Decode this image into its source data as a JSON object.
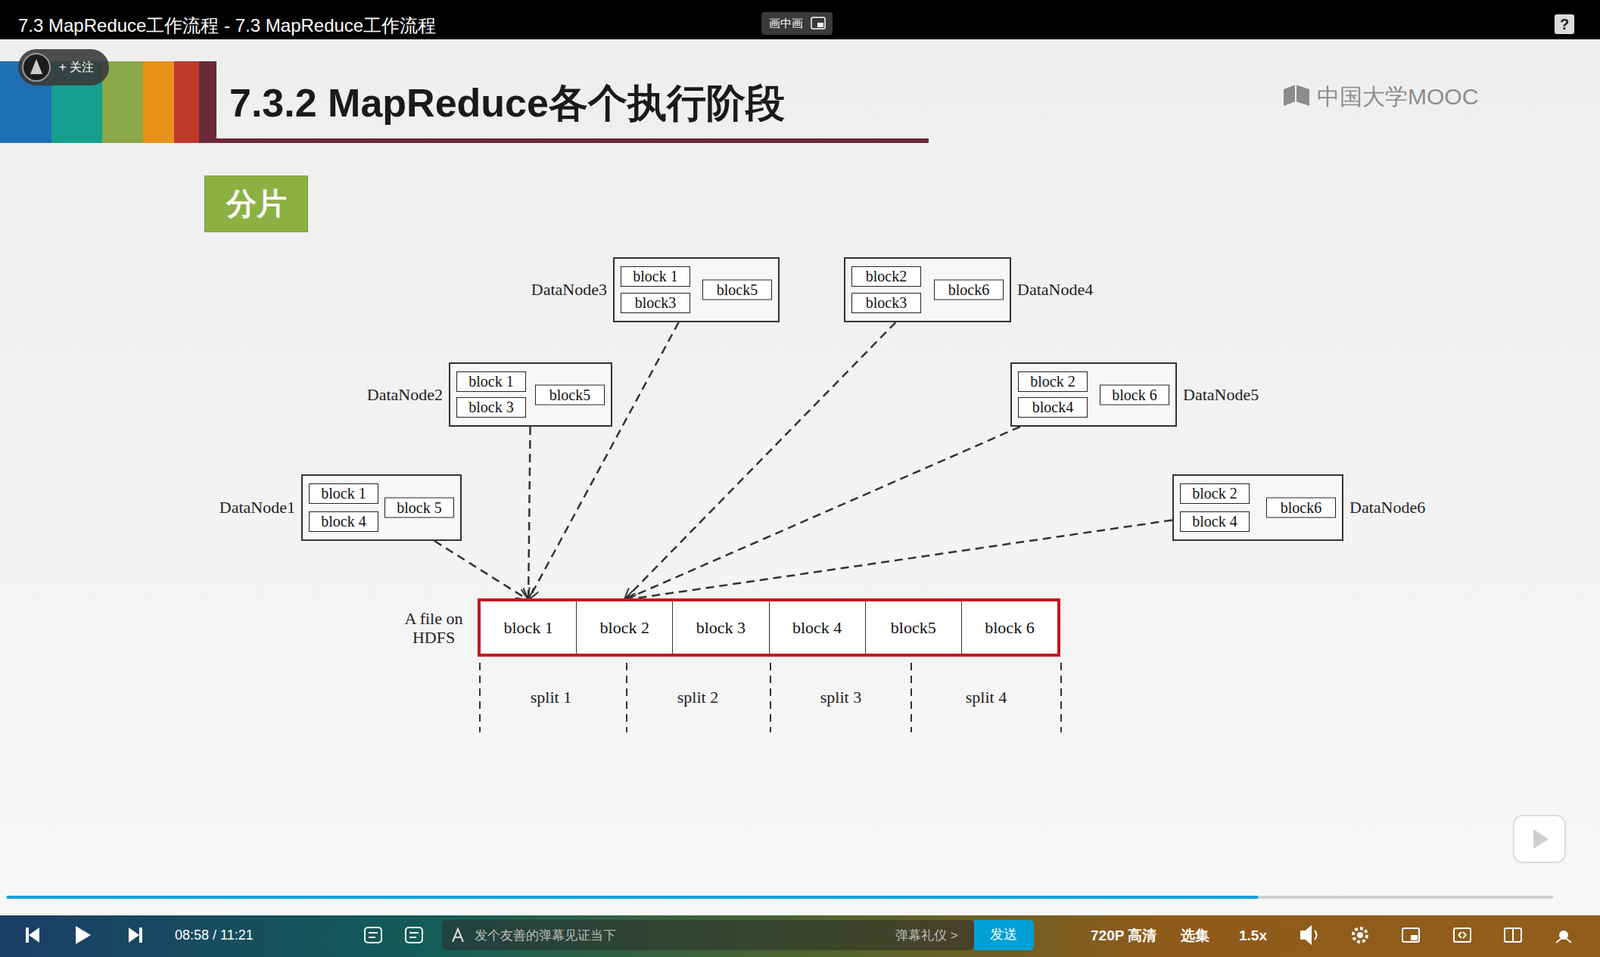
{
  "diagram": {
    "title": "7.3.2 MapReduce各个执行阶段",
    "nodes": [
      {
        "text": [
          "分片"
        ]
      },
      {
        "text": [
          "DataNode3"
        ]
      },
      {
        "text": [
          "block 1"
        ],
        "in": 1
      },
      {
        "text": [
          "block3"
        ],
        "in": 1
      },
      {
        "text": [
          "block5"
        ],
        "in": 1
      },
      {
        "text": [
          "DataNode4"
        ]
      },
      {
        "text": [
          "block2"
        ],
        "in": 5
      },
      {
        "text": [
          "block3"
        ],
        "in": 5
      },
      {
        "text": [
          "block6"
        ],
        "in": 5
      },
      {
        "text": [
          "DataNode2"
        ]
      },
      {
        "text": [
          "block 1"
        ],
        "in": 9
      },
      {
        "text": [
          "block 3"
        ],
        "in": 9
      },
      {
        "text": [
          "block5"
        ],
        "in": 9
      },
      {
        "text": [
          "DataNode5"
        ]
      },
      {
        "text": [
          "block 2"
        ],
        "in": 13
      },
      {
        "text": [
          "block4"
        ],
        "in": 13
      },
      {
        "text": [
          "block 6"
        ],
        "in": 13
      },
      {
        "text": [
          "DataNode1"
        ]
      },
      {
        "text": [
          "block 1"
        ],
        "in": 17
      },
      {
        "text": [
          "block 4"
        ],
        "in": 17
      },
      {
        "text": [
          "block 5"
        ],
        "in": 17
      },
      {
        "text": [
          "DataNode6"
        ]
      },
      {
        "text": [
          "block 2"
        ],
        "in": 21
      },
      {
        "text": [
          "block 4"
        ],
        "in": 21
      },
      {
        "text": [
          "block6"
        ],
        "in": 21
      },
      {
        "text": [
          "A file on HDFS"
        ]
      },
      {
        "text": [
          "block 1"
        ],
        "in": 25
      },
      {
        "text": [
          "block 2"
        ],
        "in": 25
      },
      {
        "text": [
          "block 3"
        ],
        "in": 25
      },
      {
        "text": [
          "block 4"
        ],
        "in": 25
      },
      {
        "text": [
          "block5"
        ],
        "in": 25
      },
      {
        "text": [
          "block 6"
        ],
        "in": 25
      }
    ],
    "edges": [
      {
        "from": 17,
        "to": 26,
        "arrow": "to"
      },
      {
        "from": 9,
        "to": 26,
        "arrow": "to"
      },
      {
        "from": 1,
        "to": 26,
        "arrow": "to"
      },
      {
        "from": 5,
        "to": 27,
        "arrow": "to"
      },
      {
        "from": 13,
        "to": 27,
        "arrow": "to"
      },
      {
        "from": 21,
        "to": 27,
        "arrow": "to"
      }
    ],
    "labels": [
      "7.3 MapReduce工作流程 - 7.3 MapReduce工作流程",
      "画中画",
      "?",
      "+ 关注",
      "中国大学MOOC",
      "split 1",
      "split 2",
      "split 3",
      "split 4",
      "08:58 / 11:21",
      "发个友善的弹幕见证当下",
      "弹幕礼仪 >",
      "发送",
      "720P 高清",
      "选集",
      "1.5x"
    ]
  }
}
